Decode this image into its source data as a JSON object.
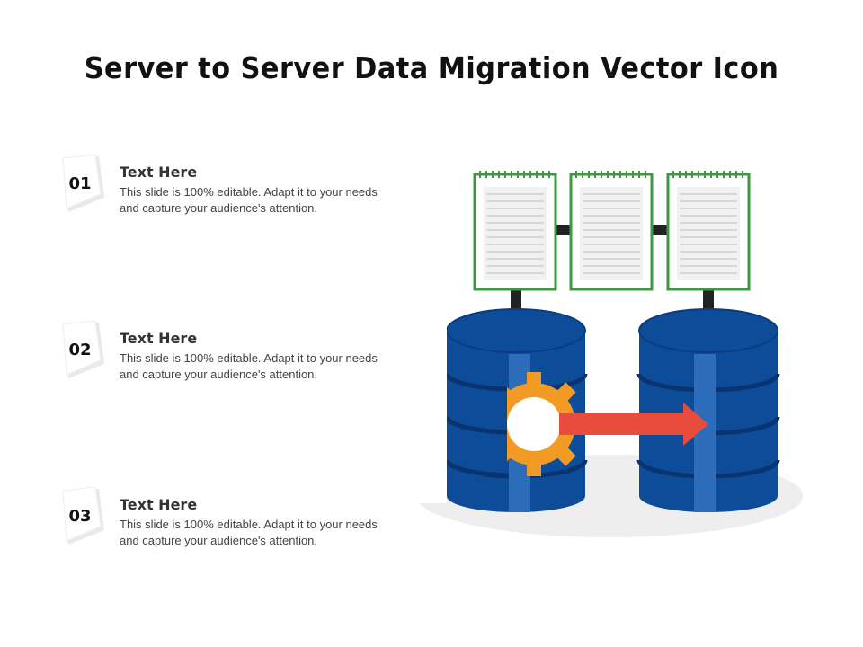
{
  "title": "Server to Server Data Migration Vector Icon",
  "items": [
    {
      "number": "01",
      "heading": "Text Here",
      "body": "This slide is 100% editable. Adapt it to your needs and capture your audience's attention."
    },
    {
      "number": "02",
      "heading": "Text Here",
      "body": "This slide is 100% editable. Adapt it to your needs and capture your audience's attention."
    },
    {
      "number": "03",
      "heading": "Text Here",
      "body": "This slide is 100% editable. Adapt it to your needs and capture your audience's attention."
    }
  ],
  "colors": {
    "server_blue": "#0d4c99",
    "server_dark": "#0a3470",
    "document_border": "#3b9a3f",
    "gear": "#f29a26",
    "arrow": "#e84c3d"
  },
  "icons": [
    "document-icon",
    "database-icon",
    "gear-icon",
    "arrow-right-icon"
  ]
}
